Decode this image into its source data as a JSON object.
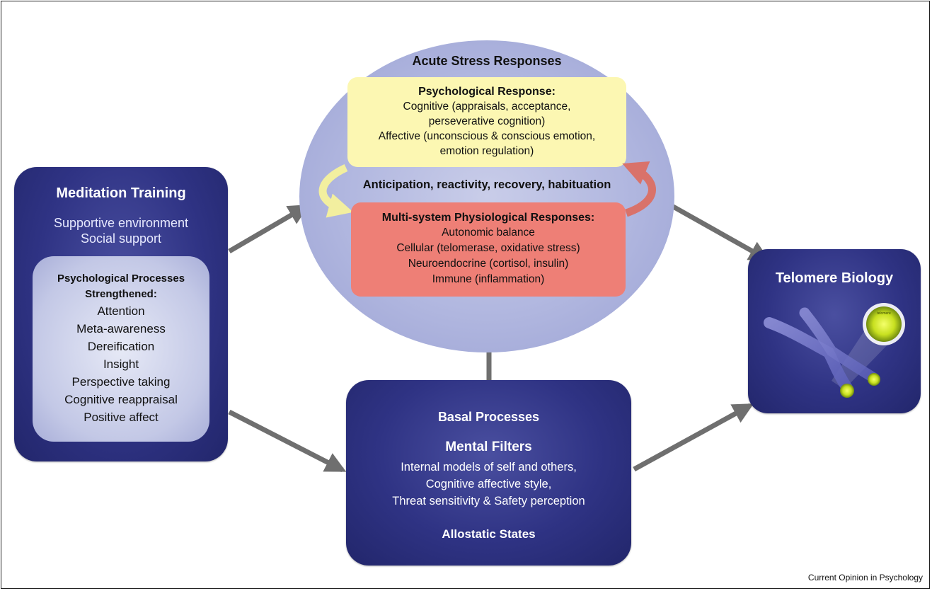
{
  "acute": {
    "title": "Acute Stress Responses",
    "psychological": {
      "heading": "Psychological Response:",
      "lines": [
        "Cognitive (appraisals, acceptance,",
        "perseverative cognition)",
        "Affective (unconscious & conscious emotion,",
        "emotion regulation)"
      ]
    },
    "cycle_label": "Anticipation, reactivity, recovery, habituation",
    "physiological": {
      "heading": "Multi-system Physiological Responses:",
      "lines": [
        "Autonomic balance",
        "Cellular (telomerase, oxidative stress)",
        "Neuroendocrine (cortisol, insulin)",
        "Immune (inflammation)"
      ]
    }
  },
  "meditation": {
    "title": "Meditation Training",
    "environment": [
      "Supportive environment",
      "Social support"
    ],
    "processes": {
      "heading": [
        "Psychological Processes",
        "Strengthened:"
      ],
      "items": [
        "Attention",
        "Meta-awareness",
        "Dereification",
        "Insight",
        "Perspective taking",
        "Cognitive reappraisal",
        "Positive affect"
      ]
    }
  },
  "basal": {
    "title": "Basal Processes",
    "filters_heading": "Mental Filters",
    "filters": [
      "Internal models of self and others,",
      "Cognitive affective style,",
      "Threat sensitivity & Safety perception"
    ],
    "allostatic": "Allostatic States"
  },
  "telomere": {
    "title": "Telomere Biology",
    "inset_label": "telomere"
  },
  "credit": "Current Opinion in Psychology",
  "colors": {
    "navy": "#2f3384",
    "circle": "#b0b6df",
    "yellow_box": "#fcf7b2",
    "red_box": "#ee7f76",
    "arrow": "#6f6f6f"
  }
}
